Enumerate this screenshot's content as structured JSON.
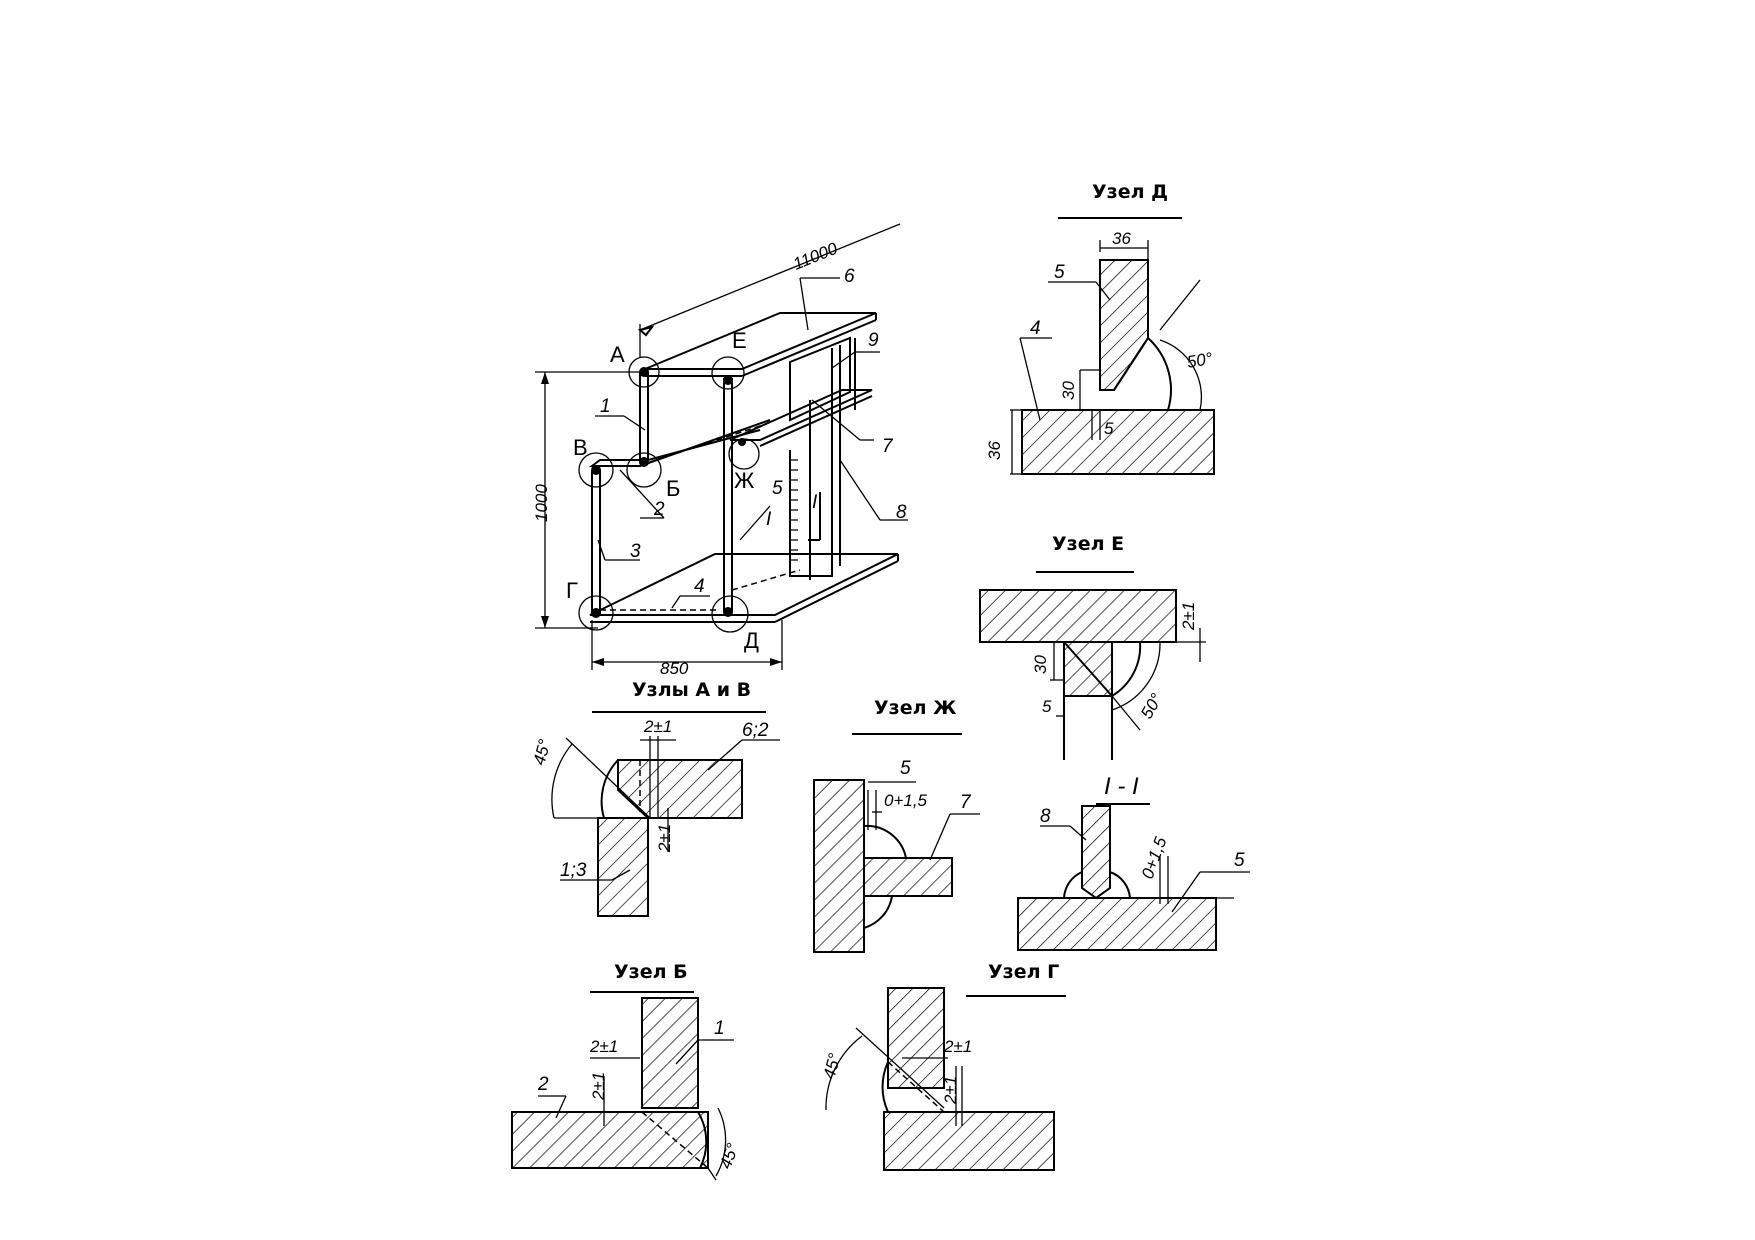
{
  "titles": {
    "node_d": "Узел Д",
    "node_e": "Узел Е",
    "nodes_a_v": "Узлы А и В",
    "node_zh": "Узел Ж",
    "section_i": "I - I",
    "node_b": "Узел Б",
    "node_g": "Узел Г"
  },
  "main_view": {
    "dim_length": "11000",
    "dim_height": "1000",
    "dim_width": "850",
    "nodes": [
      "А",
      "Е",
      "В",
      "Б",
      "Ж",
      "Г",
      "Д"
    ],
    "parts": [
      "1",
      "2",
      "3",
      "4",
      "5",
      "6",
      "7",
      "8",
      "9"
    ],
    "section_mark": "I"
  },
  "node_d": {
    "part_5": "5",
    "part_4": "4",
    "dim_36_top": "36",
    "dim_30": "30",
    "dim_36_left": "36",
    "dim_5": "5",
    "angle": "50°"
  },
  "node_e": {
    "dim_30": "30",
    "dim_5": "5",
    "gap": "2±1",
    "angle": "50°"
  },
  "nodes_a_v": {
    "gap_top": "2±1",
    "parts_top": "6;2",
    "gap_side": "2±1",
    "parts_bottom": "1;3",
    "angle": "45°"
  },
  "node_zh": {
    "part_5": "5",
    "gap": "0+1,5",
    "part_7": "7"
  },
  "section_i": {
    "part_8": "8",
    "gap": "0+1,5",
    "part_5": "5"
  },
  "node_b": {
    "gap_h": "2±1",
    "part_1": "1",
    "gap_v": "2±1",
    "part_2": "2",
    "angle": "45°"
  },
  "node_g": {
    "gap_h": "2±1",
    "gap_v": "2±1",
    "angle": "45°"
  }
}
